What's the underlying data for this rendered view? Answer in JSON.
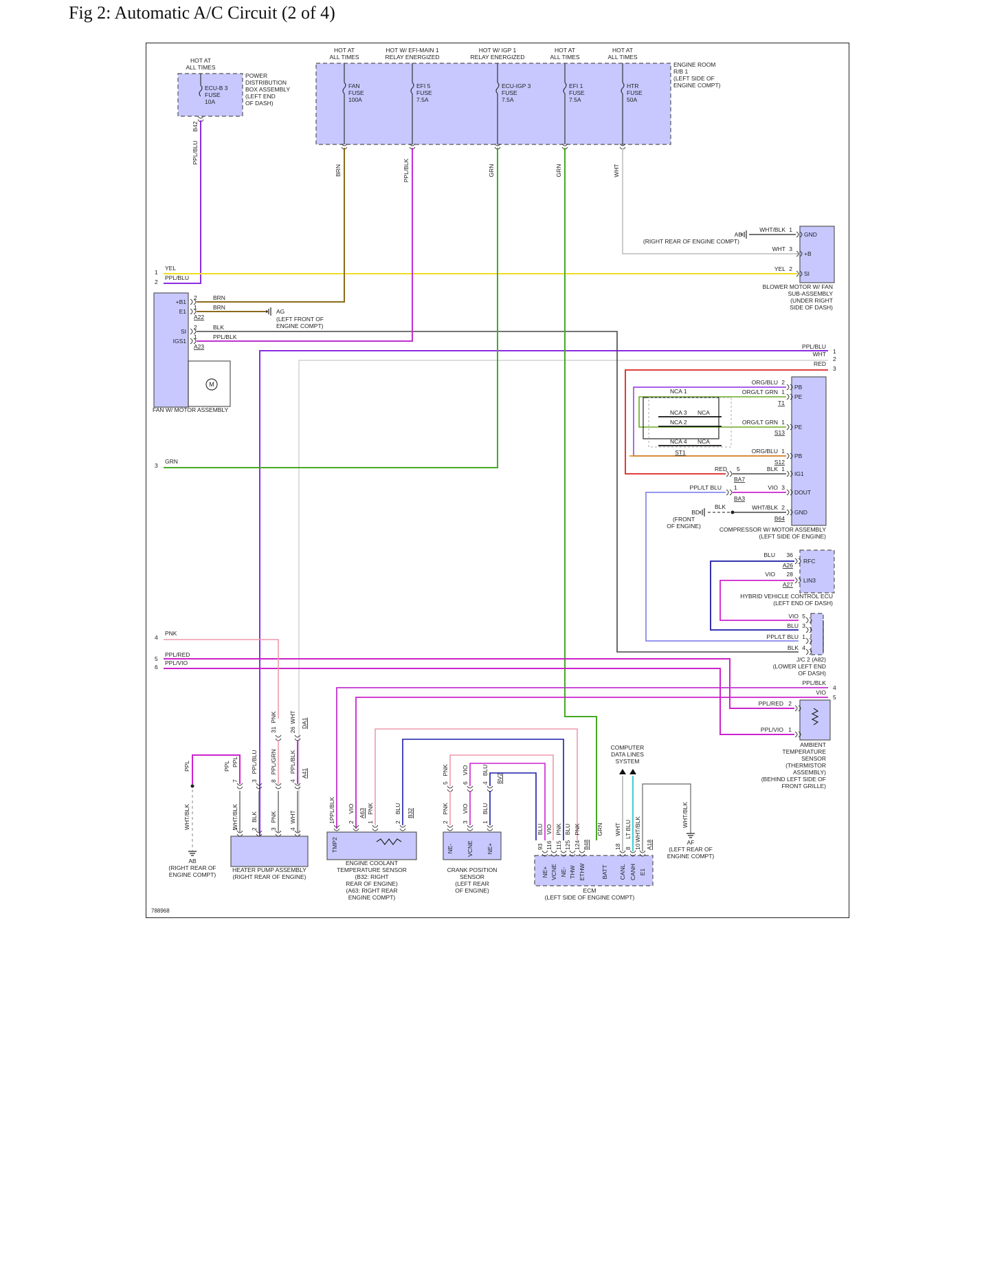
{
  "page": {
    "title": "Fig 2: Automatic A/C Circuit (2 of 4)",
    "figure_id": "788968"
  },
  "colors": {
    "box_fill": "#c8c8ff",
    "box_stroke": "#555555",
    "BRN": "#8b6a1a",
    "PPL": "#8a2be2",
    "PPL_BLK": "#c030d0",
    "GRN": "#44aa22",
    "WHT": "#cccccc",
    "YEL": "#eedd22",
    "BLK": "#444444",
    "RED": "#dd2222",
    "BLU": "#1a1aaa",
    "PNK": "#ee99aa",
    "VIO": "#cc22cc",
    "ORG": "#dd8800",
    "LTBLU": "#44cccc"
  },
  "fuse_box": {
    "label": [
      "ENGINE ROOM",
      "R/B 1",
      "(LEFT SIDE OF",
      "ENGINE COMPT)"
    ],
    "fuses": [
      {
        "hot": [
          "HOT AT",
          "ALL TIMES"
        ],
        "name": [
          "FAN",
          "FUSE",
          "100A"
        ],
        "wire": "BRN"
      },
      {
        "hot": [
          "HOT W/ EFI-MAIN 1",
          "RELAY ENERGIZED"
        ],
        "name": [
          "EFI 5",
          "FUSE",
          "7.5A"
        ],
        "wire": "PPL/BLK"
      },
      {
        "hot": [
          "HOT W/ IGP 1",
          "RELAY ENERGIZED"
        ],
        "name": [
          "ECU-IGP 3",
          "FUSE",
          "7.5A"
        ],
        "wire": "GRN"
      },
      {
        "hot": [
          "HOT AT",
          "ALL TIMES"
        ],
        "name": [
          "EFI 1",
          "FUSE",
          "7.5A"
        ],
        "wire": "GRN"
      },
      {
        "hot": [
          "HOT AT",
          "ALL TIMES"
        ],
        "name": [
          "HTR",
          "FUSE",
          "50A"
        ],
        "wire": "WHT"
      }
    ]
  },
  "ecu_b3": {
    "hot": [
      "HOT AT",
      "ALL TIMES"
    ],
    "name": [
      "ECU-B 3",
      "FUSE",
      "10A"
    ],
    "box": [
      "POWER",
      "DISTRIBUTION",
      "BOX ASSEMBLY",
      "(LEFT END",
      "OF DASH)"
    ],
    "conn": "B42",
    "wire": "PPL/BLU"
  },
  "left_refs": [
    {
      "num": "1",
      "wire": "YEL"
    },
    {
      "num": "2",
      "wire": "PPL/BLU"
    },
    {
      "num": "3",
      "wire": "GRN"
    },
    {
      "num": "4",
      "wire": "PNK"
    },
    {
      "num": "5",
      "wire": "PPL/RED"
    },
    {
      "num": "6",
      "wire": "PPL/VIO"
    }
  ],
  "right_refs": [
    {
      "num": "1",
      "wire": "PPL/BLU"
    },
    {
      "num": "2",
      "wire": "WHT"
    },
    {
      "num": "3",
      "wire": "RED"
    },
    {
      "num": "4",
      "wire": "PPL/BLK"
    },
    {
      "num": "5",
      "wire": "VIO"
    }
  ],
  "fan_motor": {
    "label": "FAN W/ MOTOR ASSEMBLY",
    "motor": "M",
    "pins": [
      {
        "name": "+B1",
        "pin": "2",
        "wire": "BRN"
      },
      {
        "name": "E1",
        "pin": "1",
        "wire": "BRN"
      },
      {
        "name": "SI",
        "pin": "2",
        "wire": "BLK"
      },
      {
        "name": "IGS1",
        "pin": "1",
        "wire": "PPL/BLK"
      }
    ],
    "conn1": "A22",
    "conn2": "A23",
    "ground": "AG",
    "ground_label": [
      "(LEFT FRONT OF",
      "ENGINE COMPT)"
    ]
  },
  "blower": {
    "label": [
      "BLOWER MOTOR W/ FAN",
      "SUB-ASSEMBLY",
      "(UNDER RIGHT",
      "SIDE OF DASH)"
    ],
    "pins": [
      {
        "name": "GND",
        "pin": "1",
        "wire": "WHT/BLK"
      },
      {
        "name": "+B",
        "pin": "3",
        "wire": "WHT"
      },
      {
        "name": "SI",
        "pin": "2",
        "wire": "YEL"
      }
    ],
    "ground": "AB",
    "ground_label": "(RIGHT REAR OF ENGINE COMPT)"
  },
  "compressor": {
    "label": [
      "COMPRESSOR W/ MOTOR ASSEMBLY",
      "(LEFT SIDE OF ENGINE)"
    ],
    "pins": [
      {
        "name": "PB",
        "pin": "2",
        "wire": "ORG/BLU"
      },
      {
        "name": "PE",
        "pin": "1",
        "wire": "ORG/LT GRN"
      },
      {
        "name": "PE",
        "pin": "1",
        "wire": "ORG/LT GRN"
      },
      {
        "name": "PB",
        "pin": "1",
        "wire": "ORG/BLU"
      },
      {
        "name": "IG1",
        "pin": "1",
        "wire": "BLK"
      },
      {
        "name": "DOUT",
        "pin": "3",
        "wire": "VIO"
      },
      {
        "name": "GND",
        "pin": "2",
        "wire": "WHT/BLK"
      }
    ],
    "conns": [
      "T1",
      "S13",
      "S12",
      "B64"
    ],
    "nca": [
      "NCA",
      "1",
      "3",
      "2",
      "4",
      "ST1"
    ],
    "inline": [
      {
        "wire": "RED",
        "pin": "5",
        "conn": "BA7"
      },
      {
        "wire": "PPL/LT BLU",
        "pin": "1",
        "conn": "BA3"
      },
      {
        "wire": "BLK"
      }
    ],
    "ground": "BD",
    "ground_label": [
      "(FRONT",
      "OF ENGINE)"
    ]
  },
  "hybrid_ecu": {
    "label": [
      "HYBRID VEHICLE CONTROL ECU",
      "(LEFT END OF DASH)"
    ],
    "pins": [
      {
        "name": "RFC",
        "pin": "36",
        "wire": "BLU",
        "conn": "A26"
      },
      {
        "name": "LIN3",
        "pin": "28",
        "wire": "VIO",
        "conn": "A27"
      }
    ]
  },
  "jc2": {
    "label": [
      "J/C 2 (A82)",
      "(LOWER LEFT END",
      "OF DASH)"
    ],
    "pins": [
      {
        "pin": "5",
        "wire": "VIO"
      },
      {
        "pin": "3",
        "wire": "BLU"
      },
      {
        "pin": "1",
        "wire": "PPL/LT BLU"
      },
      {
        "pin": "4",
        "wire": "BLK"
      }
    ]
  },
  "ambient": {
    "label": [
      "AMBIENT",
      "TEMPERATURE",
      "SENSOR",
      "(THERMISTOR",
      "ASSEMBLY)",
      "(BEHIND LEFT SIDE OF",
      "FRONT GRILLE)"
    ],
    "pins": [
      {
        "pin": "2",
        "wire": "PPL/RED"
      },
      {
        "pin": "1",
        "wire": "PPL/VIO"
      }
    ]
  },
  "heater_pump": {
    "label": [
      "HEATER PUMP ASSEMBLY",
      "(RIGHT REAR OF ENGINE)"
    ],
    "bottom_pins": [
      {
        "pin": "1",
        "wire": "WHT/BLK"
      },
      {
        "pin": "2",
        "wire": "BLK"
      },
      {
        "pin": "3",
        "wire": "PNK"
      },
      {
        "pin": "4",
        "wire": "WHT"
      }
    ],
    "a41": [
      {
        "pin": "7",
        "wire": "PPL"
      },
      {
        "pin": "3",
        "wire": "PPL/BLU"
      },
      {
        "pin": "8",
        "wire": "PPL/GRN"
      },
      {
        "pin": "4",
        "wire": "PPL/BLK"
      }
    ],
    "a41_conn": "A41",
    "da1": [
      {
        "pin": "31",
        "wire": "PNK"
      },
      {
        "pin": "26",
        "wire": "WHT"
      }
    ],
    "da1_conn": "DA1",
    "left_wire": "PPL",
    "ground_wire": "WHT/BLK",
    "ground": "AB",
    "ground_label": [
      "(RIGHT REAR OF",
      "ENGINE COMPT)"
    ]
  },
  "coolant": {
    "label": [
      "ENGINE COOLANT",
      "TEMPERATURE SENSOR",
      "(B32: RIGHT",
      "REAR OF ENGINE)",
      "(A63: RIGHT REAR",
      "ENGINE COMPT)"
    ],
    "pins": [
      {
        "pin": "1",
        "wire": "PPL/BLK"
      },
      {
        "pin": "2",
        "wire": "VIO"
      },
      {
        "pin": "1",
        "wire": "PNK"
      },
      {
        "pin": "2",
        "wire": "BLU"
      }
    ],
    "conns": [
      "A63",
      "B32"
    ],
    "inner": "TMP2"
  },
  "crank": {
    "label": [
      "CRANK POSITION",
      "SENSOR",
      "(LEFT REAR",
      "OF ENGINE)"
    ],
    "pins": [
      {
        "name": "NE-",
        "pin": "2",
        "wire": "PNK"
      },
      {
        "name": "VCNE",
        "pin": "3",
        "wire": "VIO"
      },
      {
        "name": "NE+",
        "pin": "1",
        "wire": "BLU"
      }
    ],
    "top": [
      {
        "pin": "5",
        "wire": "PNK"
      },
      {
        "pin": "6",
        "wire": "VIO"
      },
      {
        "pin": "4",
        "wire": "BLU"
      }
    ],
    "conn": "BV2"
  },
  "ecm": {
    "label": [
      "ECM",
      "(LEFT SIDE OF ENGINE COMPT)"
    ],
    "pins": [
      {
        "name": "NE+",
        "pin": "93",
        "wire": "BLU"
      },
      {
        "name": "VCNE",
        "pin": "116",
        "wire": "VIO"
      },
      {
        "name": "NE-",
        "pin": "115",
        "wire": "PNK"
      },
      {
        "name": "THW",
        "pin": "125",
        "wire": "BLU"
      },
      {
        "name": "ETHW",
        "pin": "124",
        "wire": "PNK"
      },
      {
        "name": "BATT",
        "pin": "",
        "wire": "GRN"
      },
      {
        "name": "CANL",
        "pin": "18",
        "wire": "WHT"
      },
      {
        "name": "CANH",
        "pin": "8",
        "wire": "LT BLU"
      },
      {
        "name": "E1",
        "pin": "10",
        "wire": "WHT/BLK"
      }
    ],
    "conns": [
      "B48",
      "A18"
    ],
    "data_lines": [
      "COMPUTER",
      "DATA LINES",
      "SYSTEM"
    ],
    "ground": "AF",
    "ground_wire": "WHT/BLK",
    "ground_label": [
      "(LEFT REAR OF",
      "ENGINE COMPT)"
    ]
  }
}
